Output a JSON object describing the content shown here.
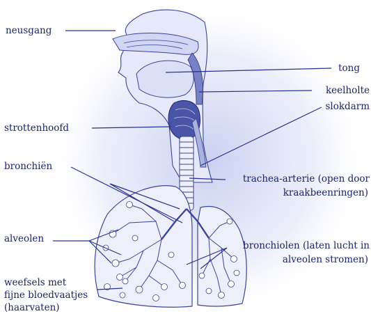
{
  "colors": {
    "background": "#ffffff",
    "label_text": "#1b2466",
    "leader_line": "#27308f",
    "illustration_glow": "#c7cdf0",
    "illustration_fill": "#e6e9f9",
    "illustration_stroke": "#3a4596"
  },
  "labels": {
    "neusgang": "neusgang",
    "tong": "tong",
    "keelholte": "keelholte",
    "slokdarm": "slokdarm",
    "strottenhoofd": "strottenhoofd",
    "bronchien": "bronchiën",
    "trachea_line1": "trachea-arterie (open door",
    "trachea_line2": "kraakbeenringen)",
    "alveolen": "alveolen",
    "bronchiolen_line1": "bronchiolen (laten lucht in",
    "bronchiolen_line2": "alveolen stromen)",
    "weefsels_line1": "weefsels met",
    "weefsels_line2": "fijne bloedvaatjes",
    "weefsels_line3": "(haarvaten)"
  }
}
